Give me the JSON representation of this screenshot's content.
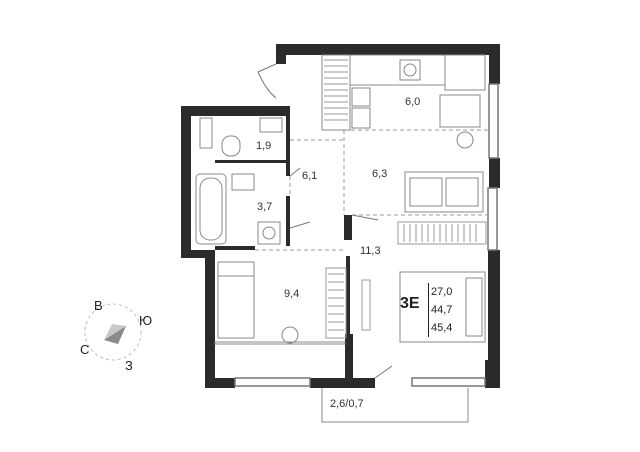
{
  "rooms": {
    "wc": "1,9",
    "bath": "3,7",
    "hall": "6,1",
    "kitchen": "6,0",
    "dining": "6,3",
    "living": "11,3",
    "bedroom": "9,4",
    "balcony": "2,6/0,7"
  },
  "apartment": {
    "type": "3E",
    "areas": [
      "27,0",
      "44,7",
      "45,4"
    ]
  },
  "compass": {
    "north": "С",
    "east": "В",
    "south": "Ю",
    "west": "З"
  },
  "colors": {
    "wall": "#2b2b2b",
    "furniture": "#7a7a7a",
    "accent": "#b0b0b0"
  }
}
